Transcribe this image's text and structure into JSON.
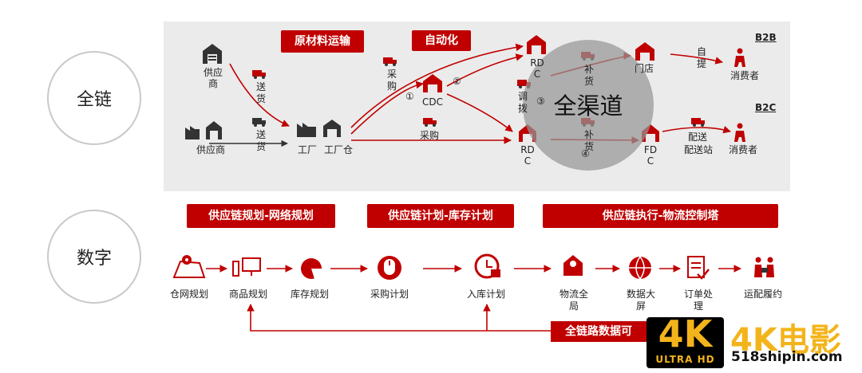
{
  "rows": {
    "top": "全链",
    "bottom": "数字"
  },
  "top": {
    "tag_raw": "原材料运输",
    "tag_auto": "自动化",
    "b2b": "B2B",
    "b2c": "B2C",
    "supplier_top": "供应商",
    "supplier_bottom": "供应商",
    "factory": "工厂",
    "factory_wh": "工厂仓",
    "send_top": "送货",
    "send_bottom": "送货",
    "purchase_top": "采购",
    "purchase_mid": "采购",
    "cdc": "CDC",
    "num1": "①",
    "num2": "②",
    "num3": "③",
    "num4": "④",
    "rdc_top": "RDC",
    "rdc_bottom": "RDC",
    "transfer": "调拨",
    "replenish_top": "补货",
    "replenish_bottom": "补货",
    "store": "门店",
    "self_pickup": "自提",
    "consumer_top": "消费者",
    "consumer_bottom": "消费者",
    "delivery": "配送",
    "delivery_station": "配送站",
    "fdc": "FDC",
    "all_channel": "全渠道"
  },
  "tags": {
    "planning": "供应链规划-网络规划",
    "plan": "供应链计划-库存计划",
    "exec": "供应链执行-物流控制塔",
    "visual": "全链路数据可"
  },
  "flow": [
    {
      "name": "warehouse-network-planning",
      "icon": "map-pin-icon",
      "label": "仓网规划"
    },
    {
      "name": "product-planning",
      "icon": "monitor-icon",
      "label": "商品规划"
    },
    {
      "name": "inventory-planning",
      "icon": "pie-icon",
      "label": "库存规划"
    },
    {
      "name": "purchase-planning",
      "icon": "mouse-icon",
      "label": "采购计划"
    },
    {
      "name": "inbound-planning",
      "icon": "clock-icon",
      "label": "入库计划"
    },
    {
      "name": "logistics-overview",
      "icon": "envelope-icon",
      "label": "物流全局"
    },
    {
      "name": "data-screen",
      "icon": "globe-icon",
      "label": "数据大屏"
    },
    {
      "name": "order-processing",
      "icon": "document-icon",
      "label": "订单处理"
    },
    {
      "name": "fulfillment",
      "icon": "people-icon",
      "label": "运配履约"
    }
  ],
  "watermark": {
    "badge": "4K",
    "badge_sub": "ULTRA HD",
    "name": "4K电影",
    "url": "518shipin.com"
  },
  "colors": {
    "accent": "#c00000",
    "panel": "#ebebeb",
    "circle": "#969696"
  }
}
